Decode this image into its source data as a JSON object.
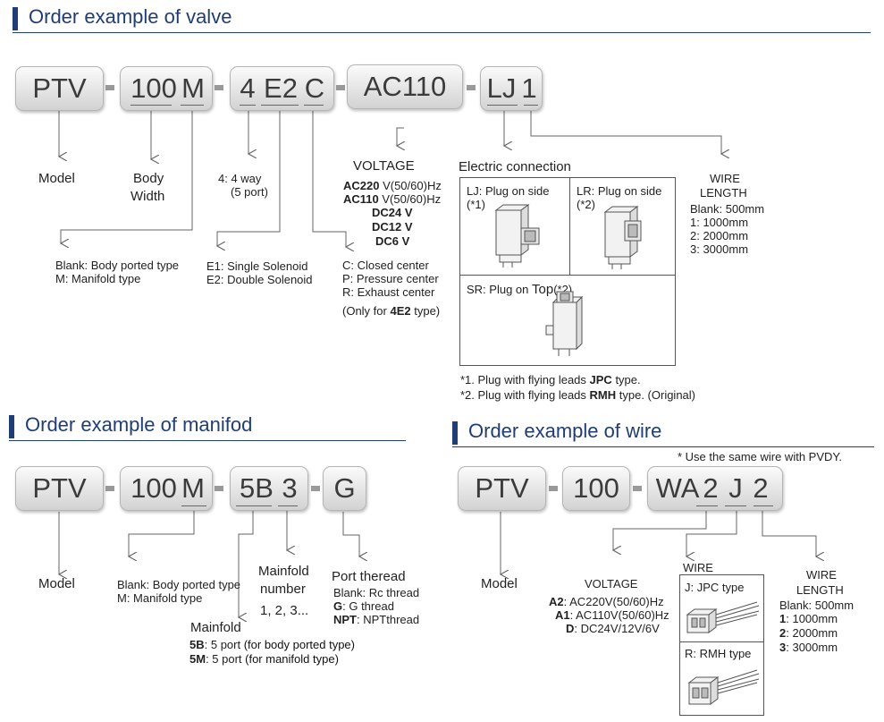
{
  "valve": {
    "title": "Order example of valve",
    "codes": {
      "ptv": "PTV",
      "body_num": "100",
      "body_m": "M",
      "way": "4",
      "sol": "E2",
      "center": "C",
      "voltage": "AC110",
      "conn": "LJ",
      "wire": "1"
    },
    "model": "Model",
    "body_width_1": "Body",
    "body_width_2": "Width",
    "way_note_1": "4: 4 way",
    "way_note_2": "(5 port)",
    "body_type_1": "Blank: Body ported type",
    "body_type_2": "M: Manifold type",
    "solenoid_1": "E1: Single Solenoid",
    "solenoid_2": "E2: Double Solenoid",
    "center_1": "C: Closed center",
    "center_2": "P: Pressure center",
    "center_3": "R: Exhaust center",
    "center_note_pre": "(Only for ",
    "center_note_bold": "4E2",
    "center_note_post": " type)",
    "voltage_title": "VOLTAGE",
    "voltage_1_bold": "AC220",
    "voltage_1_rest": " V(50/60)Hz",
    "voltage_2_bold": "AC110",
    "voltage_2_rest": " V(50/60)Hz",
    "voltage_3": "DC24 V",
    "voltage_4": "DC12 V",
    "voltage_5": "DC6 V",
    "elec_title": "Electric connection",
    "lj_label": "LJ: Plug on side",
    "lj_note": "(*1)",
    "lr_label": "LR: Plug on side",
    "lr_note": "(*2)",
    "sr_label_pre": "SR: Plug on ",
    "sr_label_big": "Top",
    "sr_label_post": "(*2)",
    "foot_1_pre": "*1. Plug with flying leads ",
    "foot_1_bold": "JPC",
    "foot_1_post": " type.",
    "foot_2_pre": "*2. Plug with flying leads ",
    "foot_2_bold": "RMH",
    "foot_2_post": " type. (Original)",
    "wire_title_1": "WIRE",
    "wire_title_2": "LENGTH",
    "wire_1": "Blank: 500mm",
    "wire_2": "1: 1000mm",
    "wire_3": "2: 2000mm",
    "wire_4": "3: 3000mm"
  },
  "manifold": {
    "title": "Order example of manifod",
    "codes": {
      "ptv": "PTV",
      "body_num": "100",
      "body_m": "M",
      "port": "5B",
      "number": "3",
      "thread": "G"
    },
    "model": "Model",
    "body_type_1": "Blank: Body ported type",
    "body_type_2": "M: Manifold type",
    "mfold_num_1": "Mainfold",
    "mfold_num_2": "number",
    "mfold_num_3": "1, 2, 3...",
    "mainfold": "Mainfold",
    "port_1_bold": "5B",
    "port_1_mid": ": 5 port ",
    "port_1_tail": "(for body ported type)",
    "port_2_bold": "5M",
    "port_2_mid": ": 5 port ",
    "port_2_tail": "(for manifold type)",
    "thread_title": "Port theread",
    "thread_1": "Blank: Rc thread",
    "thread_2_bold": "G",
    "thread_2_rest": ": G thread",
    "thread_3_bold": "NPT",
    "thread_3_rest": ": NPTthread"
  },
  "wire": {
    "title": "Order example of wire",
    "note": "* Use the same wire with PVDY.",
    "codes": {
      "ptv": "PTV",
      "num": "100",
      "wa": "WA",
      "volt": "2",
      "type": "J",
      "len": "2"
    },
    "model": "Model",
    "voltage_title": "VOLTAGE",
    "voltage_1_bold": "A2",
    "voltage_1_rest": ": AC220V(50/60)Hz",
    "voltage_2_bold": "A1",
    "voltage_2_rest": ": AC110V(50/60)Hz",
    "voltage_3_bold": "D",
    "voltage_3_rest": ": DC24V/12V/6V",
    "wire_title": "WIRE",
    "jpc_label": "J: JPC type",
    "rmh_label": "R: RMH type",
    "len_title_1": "WIRE",
    "len_title_2": "LENGTH",
    "len_1": "Blank: 500mm",
    "len_2_bold": "1",
    "len_2_rest": ": 1000mm",
    "len_3_bold": "2",
    "len_3_rest": ": 2000mm",
    "len_4_bold": "3",
    "len_4_rest": ": 3000mm"
  }
}
